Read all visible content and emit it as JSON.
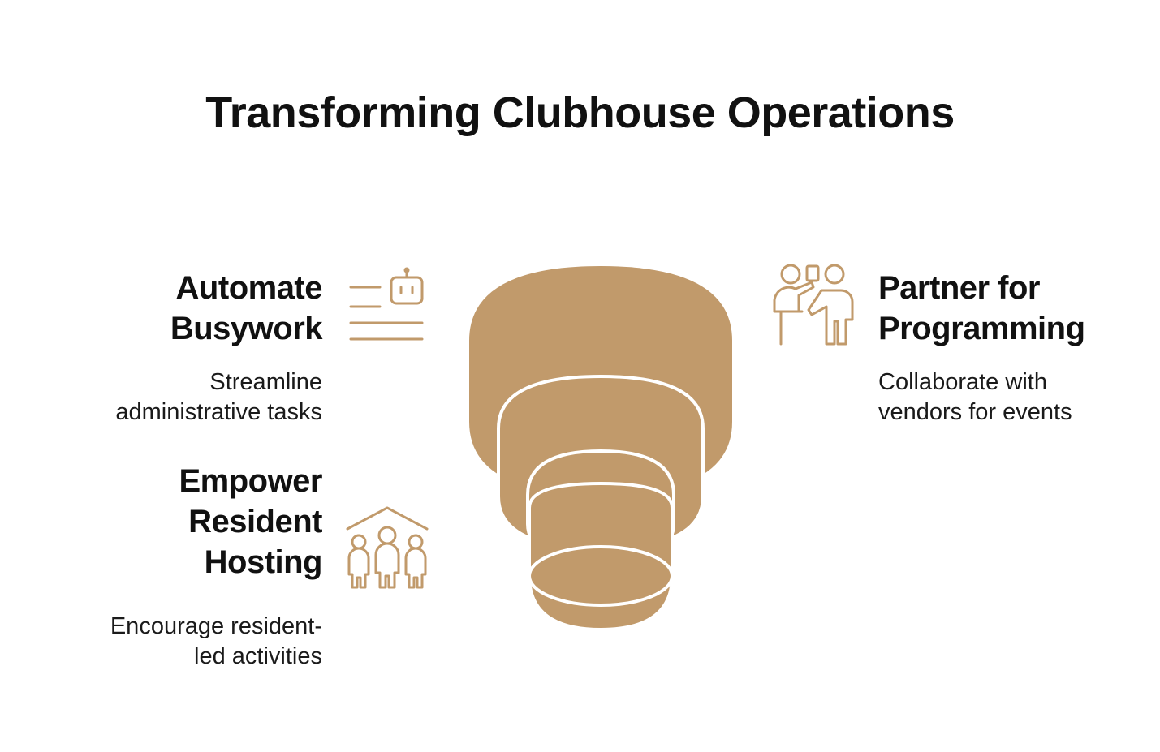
{
  "title": "Transforming Clubhouse Operations",
  "colors": {
    "accent": "#c19a6b",
    "text": "#111111",
    "background": "#ffffff"
  },
  "items": {
    "automate": {
      "heading_line1": "Automate",
      "heading_line2": "Busywork",
      "desc_line1": "Streamline",
      "desc_line2": "administrative tasks",
      "icon": "robot-checklist-icon"
    },
    "empower": {
      "heading_line1": "Empower",
      "heading_line2": "Resident",
      "heading_line3": "Hosting",
      "desc_line1": "Encourage resident-",
      "desc_line2": "led activities",
      "icon": "community-house-icon"
    },
    "partner": {
      "heading_line1": "Partner for",
      "heading_line2": "Programming",
      "desc_line1": "Collaborate with",
      "desc_line2": "vendors for events",
      "icon": "presenter-collaboration-icon"
    }
  }
}
